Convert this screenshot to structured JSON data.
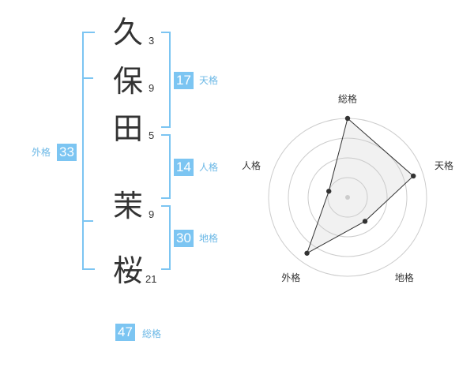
{
  "name": {
    "chars": [
      {
        "char": "久",
        "strokes": "3"
      },
      {
        "char": "保",
        "strokes": "9"
      },
      {
        "char": "田",
        "strokes": "5"
      },
      {
        "char": "茉",
        "strokes": "9"
      },
      {
        "char": "桜",
        "strokes": "21"
      }
    ]
  },
  "fortune": {
    "tenkaku": {
      "value": "17",
      "label": "天格"
    },
    "jinkaku": {
      "value": "14",
      "label": "人格"
    },
    "chikaku": {
      "value": "30",
      "label": "地格"
    },
    "gaikaku": {
      "value": "33",
      "label": "外格"
    },
    "soukaku": {
      "value": "47",
      "label": "総格"
    }
  },
  "colors": {
    "accent": "#7cc5f2",
    "label": "#6cb8e6",
    "ink": "#333333"
  },
  "chart_data": {
    "type": "radar",
    "axes": [
      "総格",
      "天格",
      "地格",
      "外格",
      "人格"
    ],
    "values": [
      4,
      3.5,
      1.5,
      3.5,
      1
    ],
    "rmax": 4
  }
}
